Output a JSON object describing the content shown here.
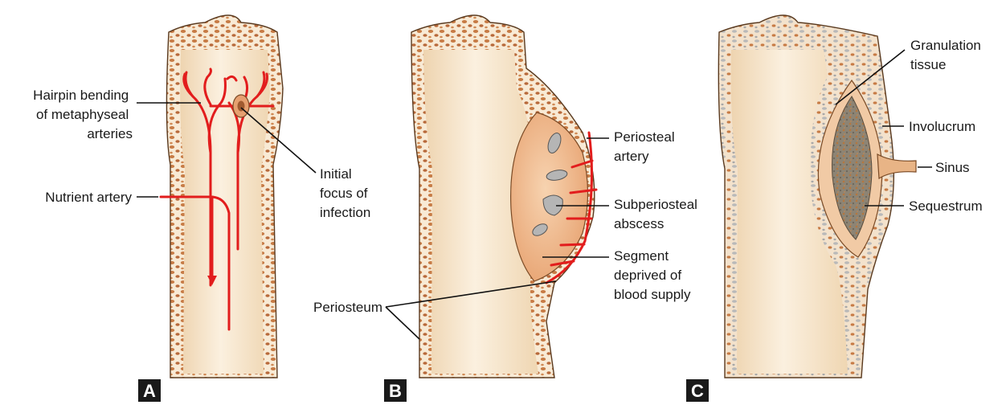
{
  "colors": {
    "bone_fill": "#f6e4c8",
    "cortex": "#c77b45",
    "artery": "#e21d1d",
    "abscess": "#f0b98a",
    "sequestrum": "#8a8070",
    "panel_tag_bg": "#1a1a1a"
  },
  "panels": [
    {
      "tag": "A",
      "labels": {
        "hairpin": [
          "Hairpin bending",
          "of metaphyseal",
          "arteries"
        ],
        "focus": [
          "Initial",
          "focus of",
          "infection"
        ],
        "nutrient": [
          "Nutrient artery"
        ]
      }
    },
    {
      "tag": "B",
      "labels": {
        "periosteal_artery": [
          "Periosteal",
          "artery"
        ],
        "abscess": [
          "Subperiosteal",
          "abscess"
        ],
        "segment": [
          "Segment",
          "deprived  of",
          "blood supply"
        ],
        "periosteum": [
          "Periosteum"
        ]
      }
    },
    {
      "tag": "C",
      "labels": {
        "granulation": [
          "Granulation",
          "tissue"
        ],
        "involucrum": [
          "Involucrum"
        ],
        "sinus": [
          "Sinus"
        ],
        "sequestrum": [
          "Sequestrum"
        ]
      }
    }
  ]
}
